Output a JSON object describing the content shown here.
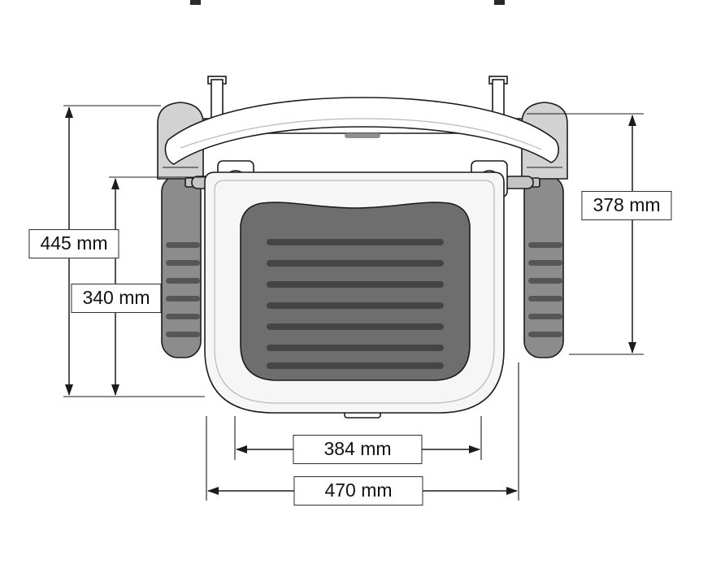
{
  "dimensions": {
    "overall_height": {
      "label": "445 mm"
    },
    "seat_height": {
      "label": "340 mm"
    },
    "armrest_height": {
      "label": "378 mm"
    },
    "seat_width": {
      "label": "384 mm"
    },
    "overall_width": {
      "label": "470 mm"
    }
  },
  "colors": {
    "line": "#1c1c1c",
    "shell": "#f6f6f6",
    "seat_pad": "#6e6e6e",
    "slat": "#454545",
    "grip": "#8c8c8c",
    "grip_rib": "#565656",
    "mount": "#d2d2d2",
    "metal": "#c4c4c4",
    "background": "#ffffff"
  }
}
